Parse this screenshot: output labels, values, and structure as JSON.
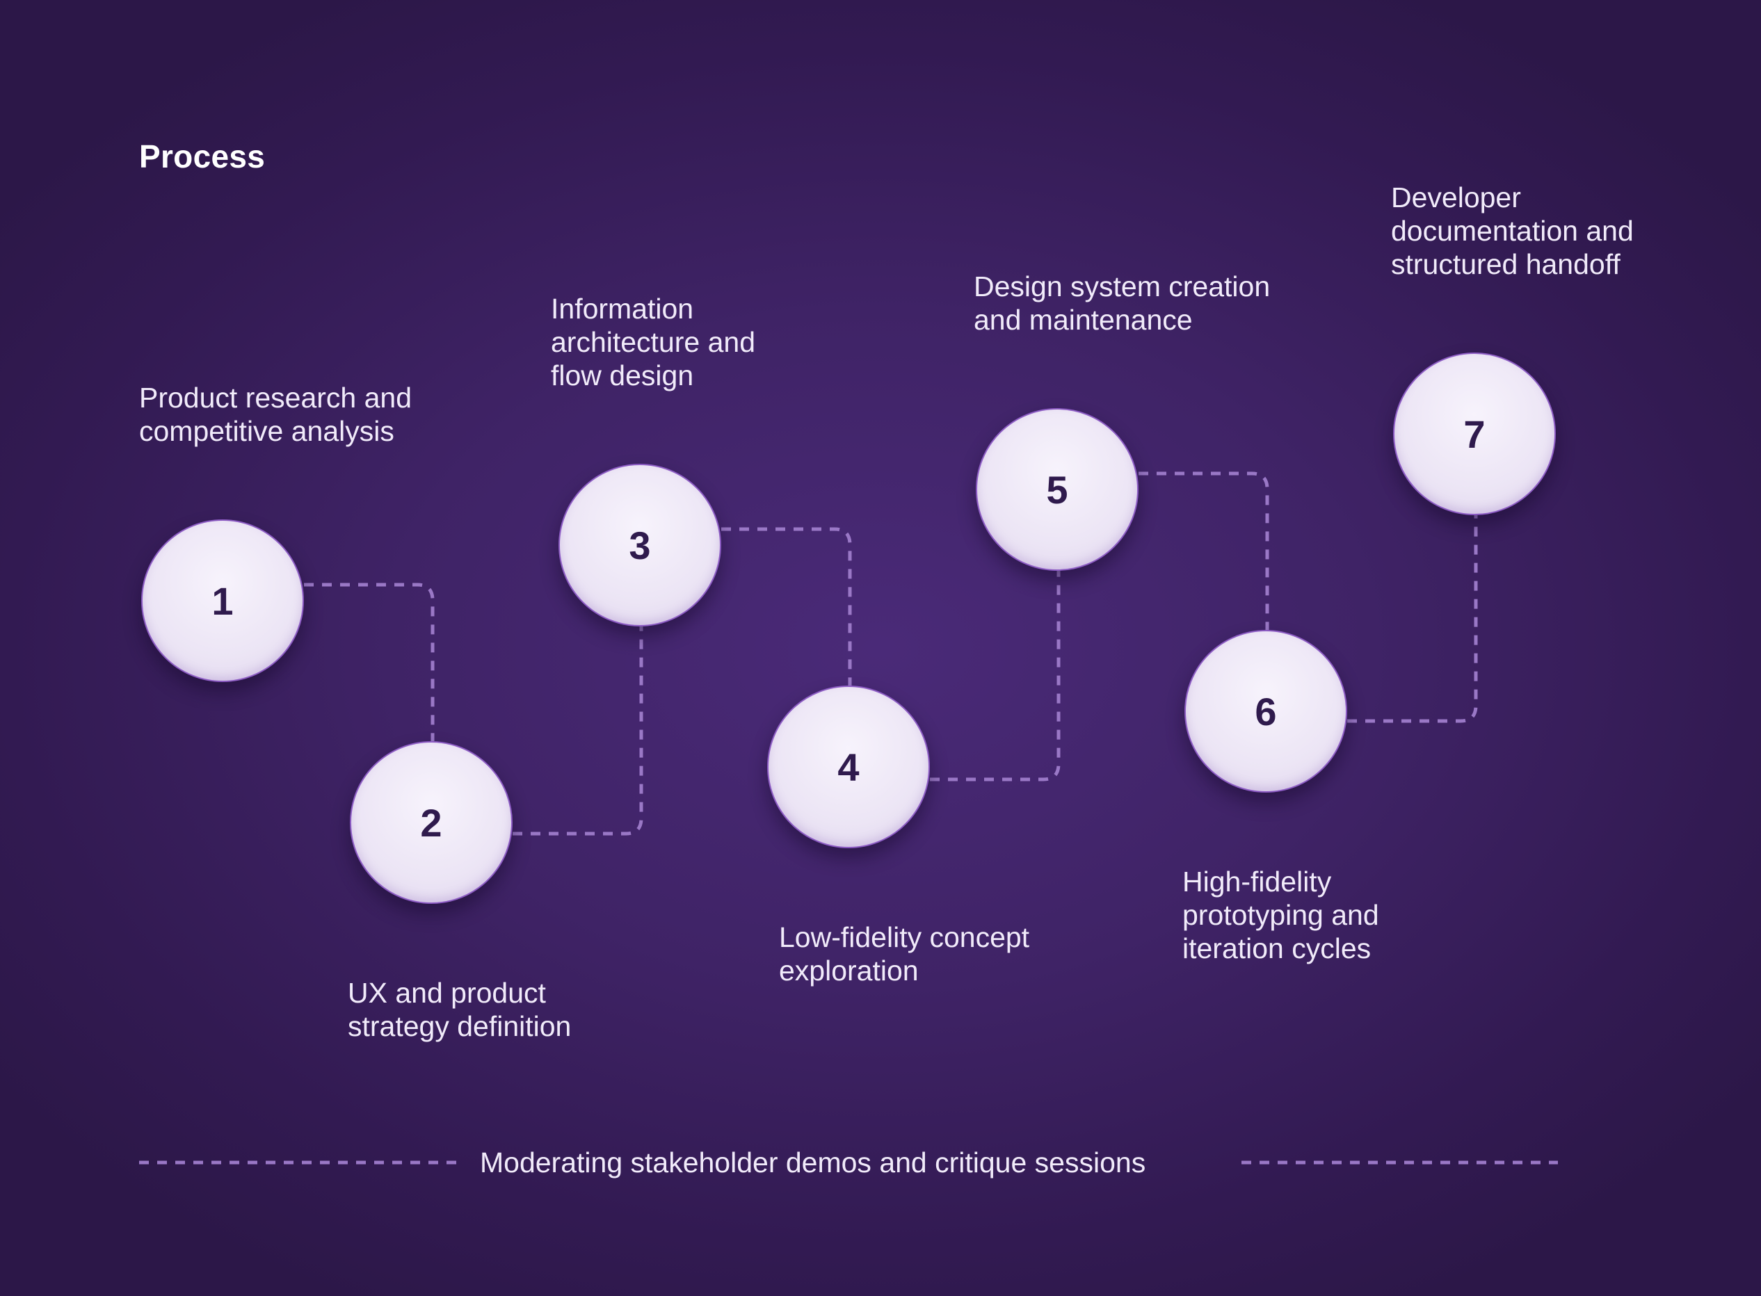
{
  "title": "Process",
  "steps": [
    {
      "number": "1",
      "label": "Product research and\ncompetitive analysis"
    },
    {
      "number": "2",
      "label": "UX and product\nstrategy definition"
    },
    {
      "number": "3",
      "label": "Information\narchitecture and\nflow design"
    },
    {
      "number": "4",
      "label": "Low-fidelity concept\nexploration"
    },
    {
      "number": "5",
      "label": "Design system creation\nand maintenance"
    },
    {
      "number": "6",
      "label": "High-fidelity\nprototyping and\niteration cycles"
    },
    {
      "number": "7",
      "label": "Developer\ndocumentation and\nstructured handoff"
    }
  ],
  "footer": {
    "label": "Moderating stakeholder demos and critique sessions"
  },
  "colors": {
    "connector": "#9a78c6",
    "node_border": "#8d5cc4",
    "node_text": "#2f1a4d"
  }
}
